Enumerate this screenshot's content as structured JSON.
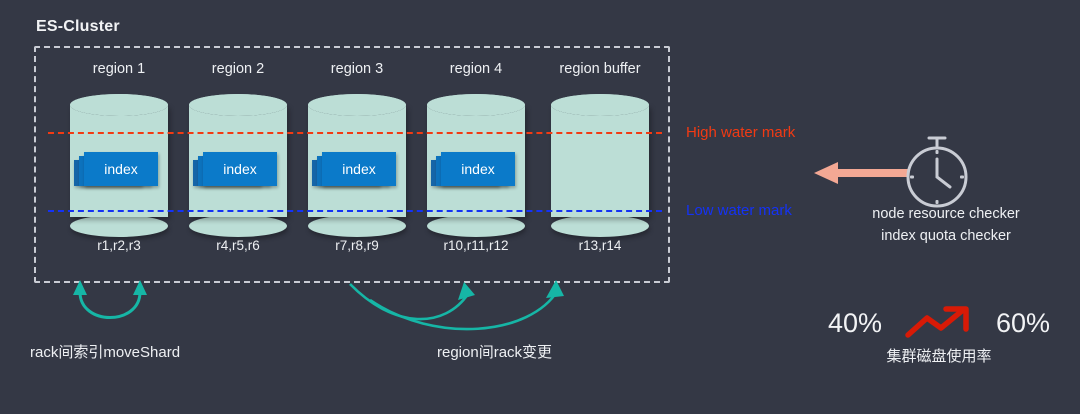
{
  "cluster": {
    "title": "ES-Cluster",
    "regions": [
      {
        "header": "region 1",
        "racks": "r1,r2,r3",
        "index_label": "index",
        "has_index": true
      },
      {
        "header": "region 2",
        "racks": "r4,r5,r6",
        "index_label": "index",
        "has_index": true
      },
      {
        "header": "region 3",
        "racks": "r7,r8,r9",
        "index_label": "index",
        "has_index": true
      },
      {
        "header": "region 4",
        "racks": "r10,r11,r12",
        "index_label": "index",
        "has_index": true
      },
      {
        "header": "region buffer",
        "racks": "r13,r14",
        "index_label": "",
        "has_index": false
      }
    ]
  },
  "watermarks": {
    "high_label": "High water mark",
    "high_color": "#f23a13",
    "low_label": "Low water mark",
    "low_color": "#1432f5"
  },
  "checker": {
    "icon": "stopwatch-icon",
    "line1": "node resource checker",
    "line2": "index quota checker",
    "arrow_color": "#f3a894"
  },
  "annotations": {
    "move_shard": "rack间索引moveShard",
    "rack_change": "region间rack变更",
    "arrow_color": "#16b6a6"
  },
  "disk_usage": {
    "from": "40%",
    "to": "60%",
    "caption": "集群磁盘使用率",
    "trend_color": "#d81a06"
  },
  "palette": {
    "background": "#343845",
    "cylinder": "#bcded6",
    "index": "#0b7ac9",
    "dashed_border": "#c9ccd4",
    "text": "#eef0f3"
  }
}
